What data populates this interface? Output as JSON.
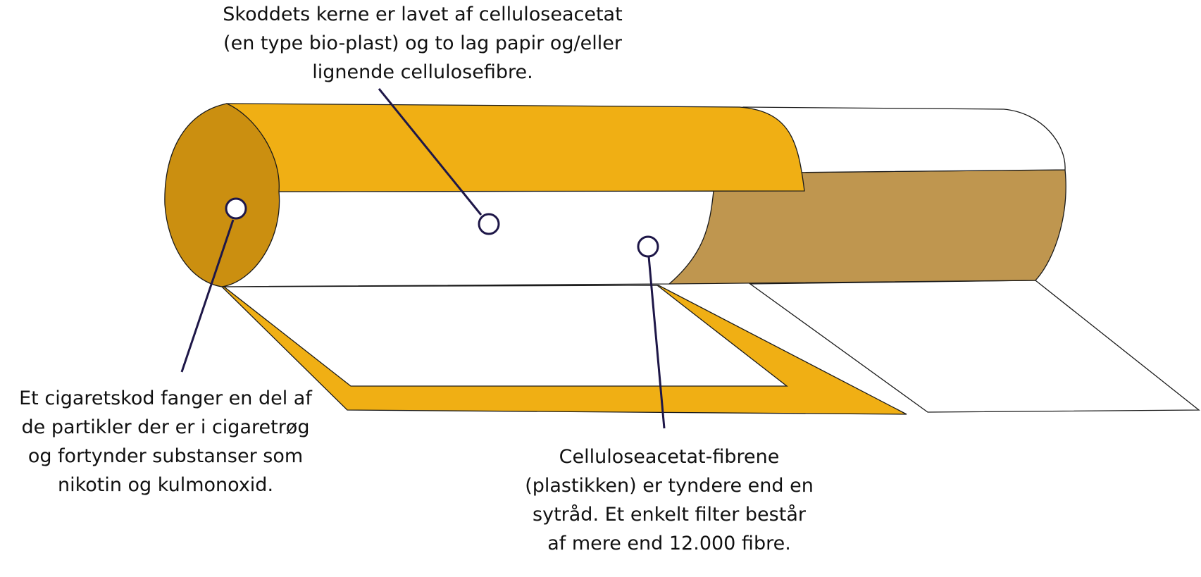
{
  "colors": {
    "paper_yellow": "#F0AF14",
    "filter_end": "#CB8F10",
    "tipping_brown": "#BF964F",
    "outline": "#1A1A1A",
    "pointer": "#1E1748",
    "background": "#FFFFFF"
  },
  "captions": {
    "core": [
      "Skoddets kerne er lavet af celluloseacetat",
      "(en type bio-plast) og to lag papir og/eller",
      "lignende cellulosefibre."
    ],
    "particles": [
      "Et cigaretskod fanger en del af",
      "de partikler der er i cigaretrøg",
      "og fortynder substanser som",
      "nikotin og kulmonoxid."
    ],
    "fibres": [
      "Celluloseacetat-fibrene",
      "(plastikken) er tyndere end en",
      "sytråd. Et enkelt filter består",
      "af mere end 12.000 fibre."
    ]
  }
}
